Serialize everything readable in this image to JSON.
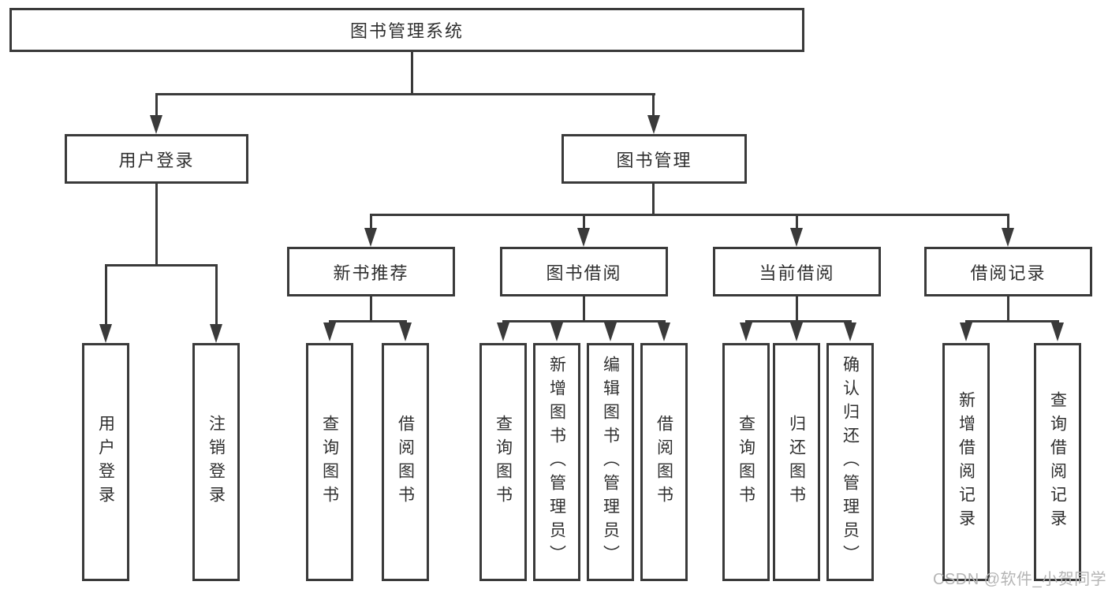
{
  "tree": {
    "root": {
      "label": "图书管理系统"
    },
    "branches": [
      {
        "label": "用户登录",
        "children": [
          {
            "label": "用户登录"
          },
          {
            "label": "注销登录"
          }
        ]
      },
      {
        "label": "图书管理",
        "children": [
          {
            "label": "新书推荐",
            "children": [
              {
                "label": "查询图书"
              },
              {
                "label": "借阅图书"
              }
            ]
          },
          {
            "label": "图书借阅",
            "children": [
              {
                "label": "查询图书"
              },
              {
                "label": "新增图书（管理员）"
              },
              {
                "label": "编辑图书（管理员）"
              },
              {
                "label": "借阅图书"
              }
            ]
          },
          {
            "label": "当前借阅",
            "children": [
              {
                "label": "查询图书"
              },
              {
                "label": "归还图书"
              },
              {
                "label": "确认归还（管理员）"
              }
            ]
          },
          {
            "label": "借阅记录",
            "children": [
              {
                "label": "新增借阅记录"
              },
              {
                "label": "查询借阅记录"
              }
            ]
          }
        ]
      }
    ]
  },
  "watermark": "CSDN @软件_小贺同学",
  "colors": {
    "line": "#3a3a3a",
    "text": "#2f2f2f",
    "watermark": "#b5b5b5",
    "background": "#ffffff"
  }
}
